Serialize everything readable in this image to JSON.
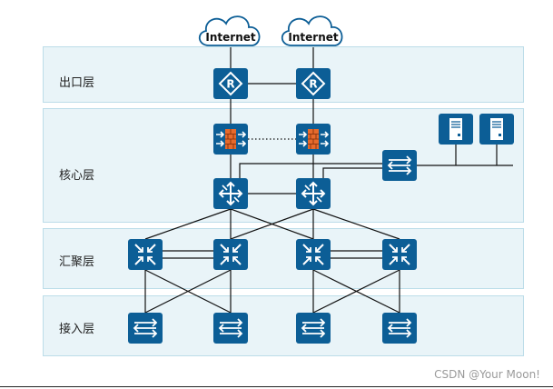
{
  "layers": {
    "exit": "出口层",
    "core": "核心层",
    "aggregation": "汇聚层",
    "access": "接入层"
  },
  "clouds": [
    "Internet",
    "Internet"
  ],
  "watermark": "CSDN @Your Moon!",
  "colors": {
    "device": "#0c5e96",
    "band_fill": "#e9f4f8",
    "band_border": "#bcdde9",
    "firewall_brick": "#e66a2c",
    "line": "#111111"
  },
  "icons": {
    "router": "router-icon",
    "firewall": "firewall-icon",
    "core_switch": "core-switch-icon",
    "aggregation_switch": "aggregation-switch-icon",
    "access_switch": "access-switch-icon",
    "server": "server-icon",
    "cloud": "cloud-icon"
  }
}
